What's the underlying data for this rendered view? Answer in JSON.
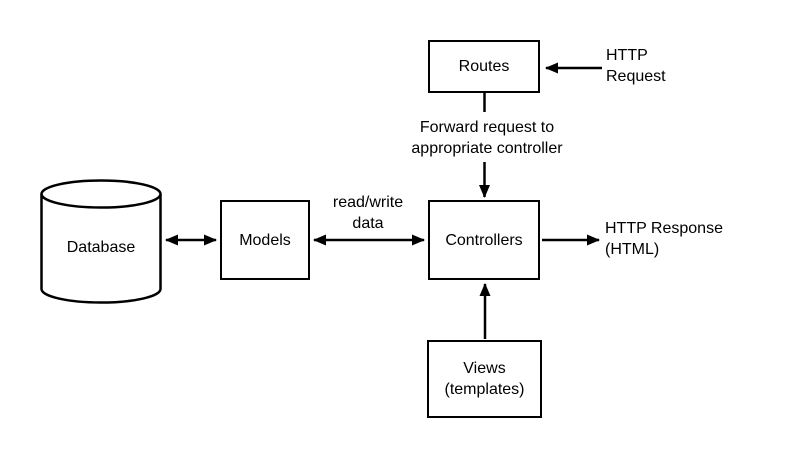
{
  "diagram": {
    "type": "flow-diagram",
    "background": "#ffffff",
    "stroke_color": "#000000",
    "text_color": "#000000"
  },
  "nodes": {
    "routes": {
      "label": "Routes",
      "shape": "rectangle"
    },
    "controllers": {
      "label": "Controllers",
      "shape": "rectangle"
    },
    "models": {
      "label": "Models",
      "shape": "rectangle"
    },
    "views": {
      "label": "Views\n(templates)",
      "shape": "rectangle"
    },
    "database": {
      "label": "Database",
      "shape": "cylinder"
    }
  },
  "edge_labels": {
    "http_request": "HTTP\nRequest",
    "forward": "Forward request to\nappropriate controller",
    "read_write": "read/write\ndata",
    "http_response": "HTTP Response\n(HTML)"
  },
  "edges": [
    {
      "from": "external",
      "to": "routes",
      "label": "HTTP Request",
      "direction": "one-way"
    },
    {
      "from": "routes",
      "to": "controllers",
      "label": "Forward request to appropriate controller",
      "direction": "one-way"
    },
    {
      "from": "database",
      "to": "models",
      "direction": "two-way"
    },
    {
      "from": "models",
      "to": "controllers",
      "label": "read/write data",
      "direction": "two-way"
    },
    {
      "from": "controllers",
      "to": "external",
      "label": "HTTP Response (HTML)",
      "direction": "one-way"
    },
    {
      "from": "views",
      "to": "controllers",
      "direction": "one-way"
    }
  ]
}
